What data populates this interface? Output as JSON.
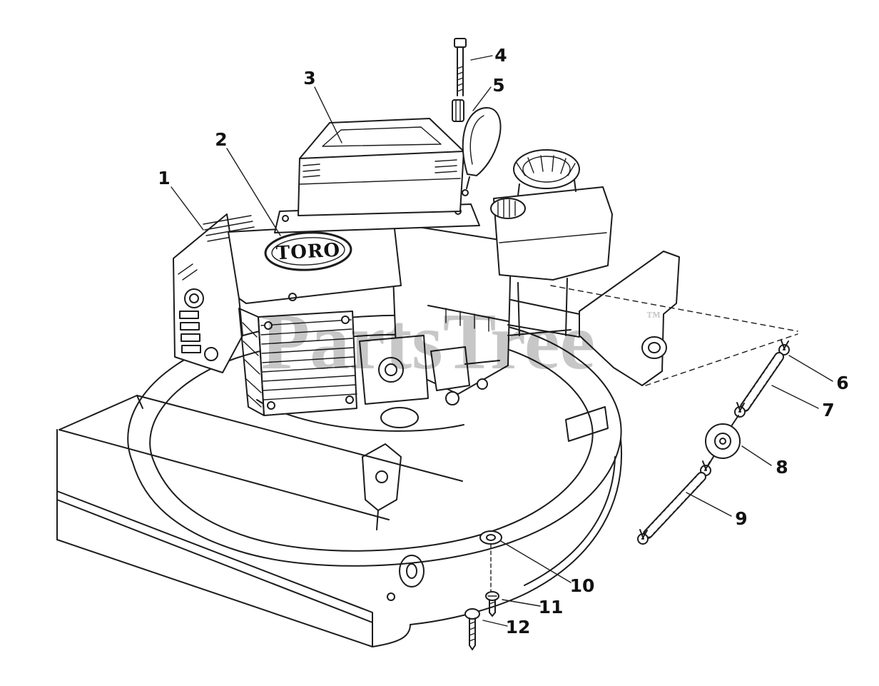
{
  "diagram": {
    "brand_label": "TORO",
    "watermark": {
      "text": "PartsTree",
      "trademark": "™",
      "color": "#c7c7c7"
    },
    "line_color": "#1c1c1c",
    "background": "#ffffff",
    "callouts": [
      {
        "label": "1"
      },
      {
        "label": "2"
      },
      {
        "label": "3"
      },
      {
        "label": "4"
      },
      {
        "label": "5"
      },
      {
        "label": "6"
      },
      {
        "label": "7"
      },
      {
        "label": "8"
      },
      {
        "label": "9"
      },
      {
        "label": "10"
      },
      {
        "label": "11"
      },
      {
        "label": "12"
      }
    ]
  }
}
